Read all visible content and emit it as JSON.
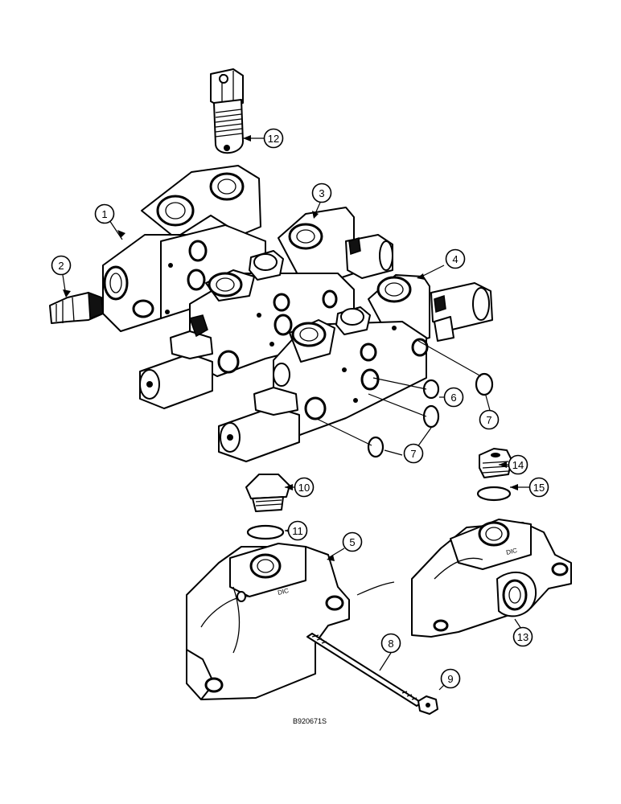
{
  "drawing_number": "B920671S",
  "callouts": [
    {
      "id": "c1",
      "label": "1"
    },
    {
      "id": "c2",
      "label": "2"
    },
    {
      "id": "c3",
      "label": "3"
    },
    {
      "id": "c4",
      "label": "4"
    },
    {
      "id": "c5",
      "label": "5"
    },
    {
      "id": "c6",
      "label": "6"
    },
    {
      "id": "c7a",
      "label": "7"
    },
    {
      "id": "c7b",
      "label": "7"
    },
    {
      "id": "c8",
      "label": "8"
    },
    {
      "id": "c9",
      "label": "9"
    },
    {
      "id": "c10",
      "label": "10"
    },
    {
      "id": "c11",
      "label": "11"
    },
    {
      "id": "c12",
      "label": "12"
    },
    {
      "id": "c13",
      "label": "13"
    },
    {
      "id": "c14",
      "label": "14"
    },
    {
      "id": "c15",
      "label": "15"
    }
  ]
}
